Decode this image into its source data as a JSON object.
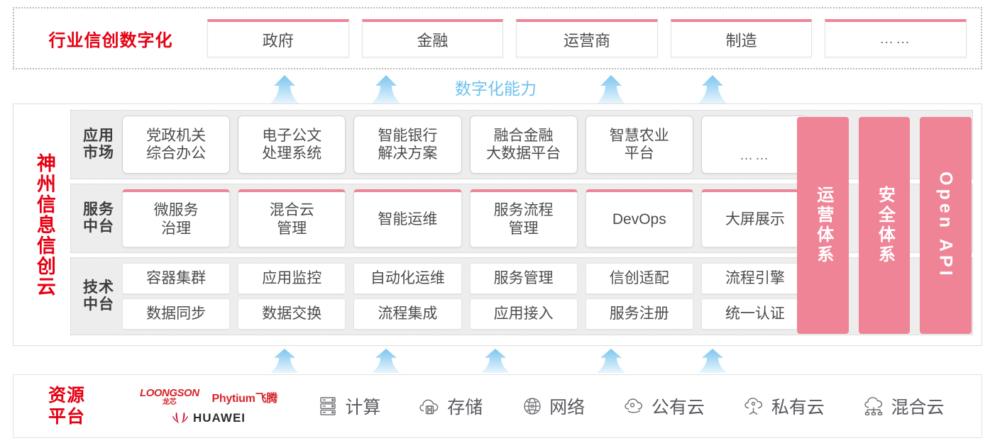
{
  "colors": {
    "brand_red": "#e60012",
    "accent_pink": "#ef8496",
    "arrow_blue": "#8ecdf0",
    "capability_label": "#6ec1ee",
    "panel_gray": "#ededed"
  },
  "industry": {
    "title": "行业信创数字化",
    "boxes": [
      {
        "label": "政府"
      },
      {
        "label": "金融"
      },
      {
        "label": "运营商"
      },
      {
        "label": "制造"
      },
      {
        "label": "……"
      }
    ]
  },
  "capability": {
    "label": "数字化能力",
    "upper_arrow_count": 4,
    "lower_arrow_count": 5
  },
  "cloud": {
    "title": "神州信息信创云",
    "layers": [
      {
        "id": "app-market",
        "label": "应用\n市场",
        "label_line1": "应用",
        "label_line2": "市场",
        "style": "rounded",
        "cells": [
          {
            "line1": "党政机关",
            "line2": "综合办公"
          },
          {
            "line1": "电子公文",
            "line2": "处理系统"
          },
          {
            "line1": "智能银行",
            "line2": "解决方案"
          },
          {
            "line1": "融合金融",
            "line2": "大数据平台"
          },
          {
            "line1": "智慧农业",
            "line2": "平台"
          },
          {
            "line1": "……",
            "line2": "",
            "dots": true
          }
        ]
      },
      {
        "id": "service-platform",
        "label_line1": "服务",
        "label_line2": "中台",
        "style": "red-top",
        "cells": [
          {
            "line1": "微服务",
            "line2": "治理"
          },
          {
            "line1": "混合云",
            "line2": "管理"
          },
          {
            "line1": "智能运维",
            "line2": ""
          },
          {
            "line1": "服务流程",
            "line2": "管理"
          },
          {
            "line1": "DevOps",
            "line2": ""
          },
          {
            "line1": "大屏展示",
            "line2": ""
          }
        ]
      },
      {
        "id": "tech-platform",
        "label_line1": "技术",
        "label_line2": "中台",
        "style": "plain",
        "rows": [
          [
            "容器集群",
            "应用监控",
            "自动化运维",
            "服务管理",
            "信创适配",
            "流程引擎"
          ],
          [
            "数据同步",
            "数据交换",
            "流程集成",
            "应用接入",
            "服务注册",
            "统一认证"
          ]
        ]
      }
    ],
    "vertical_bars": [
      {
        "id": "operations",
        "label": "运营体系"
      },
      {
        "id": "security",
        "label": "安全体系"
      },
      {
        "id": "open-api",
        "label": "Open API"
      }
    ]
  },
  "resource": {
    "title_line1": "资源",
    "title_line2": "平台",
    "logos": [
      {
        "id": "loongson",
        "en": "LOONGSON",
        "cn": "龙芯"
      },
      {
        "id": "phytium",
        "text": "Phytium飞腾"
      },
      {
        "id": "huawei",
        "text": "HUAWEI"
      }
    ],
    "items": [
      {
        "icon": "server-rack-icon",
        "label": "计算"
      },
      {
        "icon": "cloud-storage-icon",
        "label": "存储"
      },
      {
        "icon": "network-globe-icon",
        "label": "网络"
      },
      {
        "icon": "public-cloud-icon",
        "label": "公有云"
      },
      {
        "icon": "private-cloud-icon",
        "label": "私有云"
      },
      {
        "icon": "hybrid-cloud-icon",
        "label": "混合云"
      }
    ]
  }
}
